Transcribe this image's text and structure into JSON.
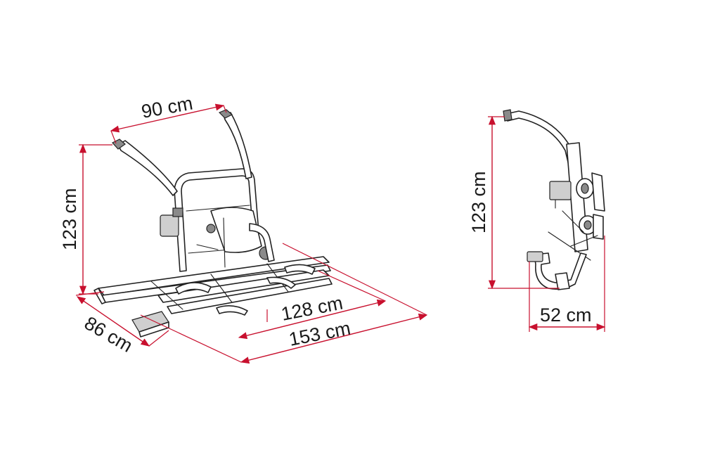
{
  "dimensions": {
    "width_top": "90 cm",
    "height_left": "123 cm",
    "depth": "86 cm",
    "rail_length": "128 cm",
    "overall_length": "153 cm",
    "height_side": "123 cm",
    "side_depth": "52 cm"
  },
  "colors": {
    "dimension_line": "#c8102e",
    "drawing_stroke": "#222222",
    "text": "#1a1a1a"
  }
}
